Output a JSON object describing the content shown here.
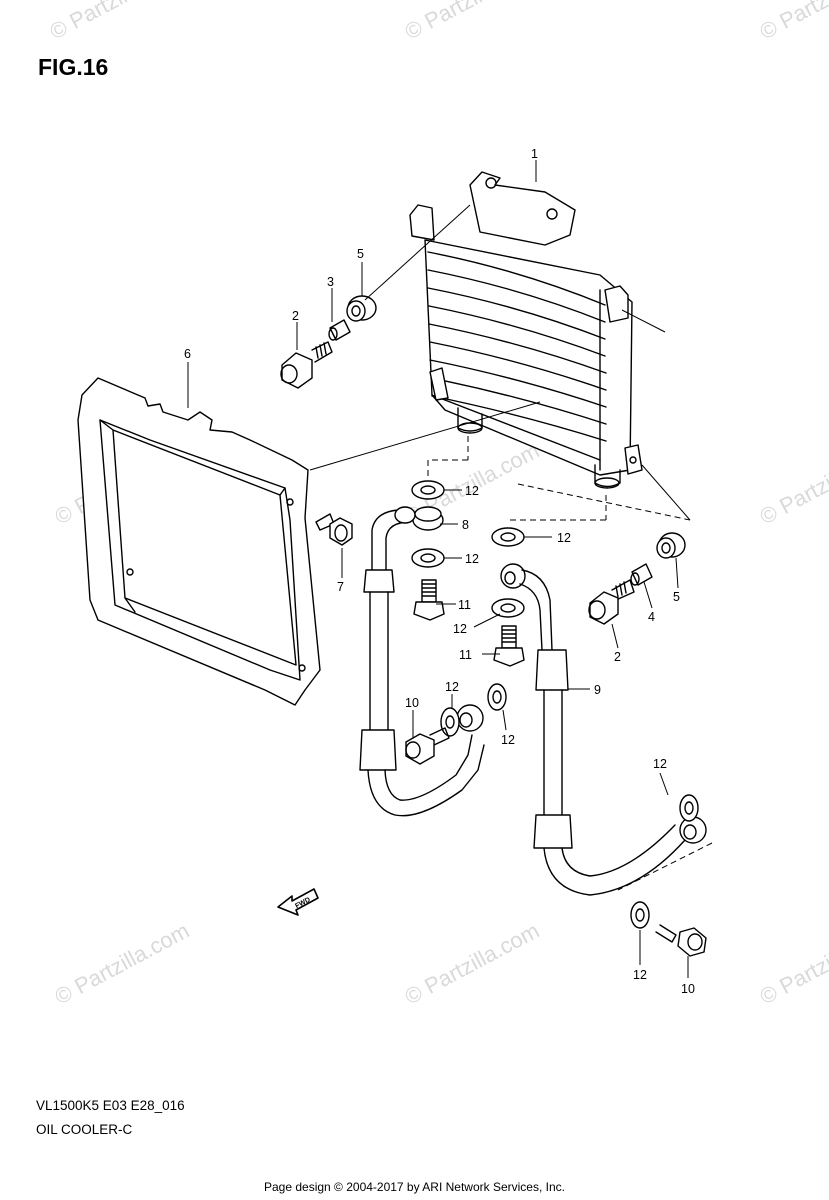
{
  "figure": {
    "title": "FIG.16",
    "model_code": "VL1500K5 E03 E28_016",
    "section_name": "OIL COOLER-C"
  },
  "watermark": {
    "text": "© Partzilla.com",
    "color": "#d9d9d9"
  },
  "fwd_label": "FWD",
  "callouts": [
    "1",
    "2",
    "3",
    "5",
    "6",
    "12",
    "8",
    "12",
    "12",
    "7",
    "11",
    "12",
    "11",
    "4",
    "5",
    "2",
    "9",
    "10",
    "12",
    "12",
    "12",
    "12",
    "10"
  ],
  "footer": "Page design © 2004-2017 by ARI Network Services, Inc."
}
